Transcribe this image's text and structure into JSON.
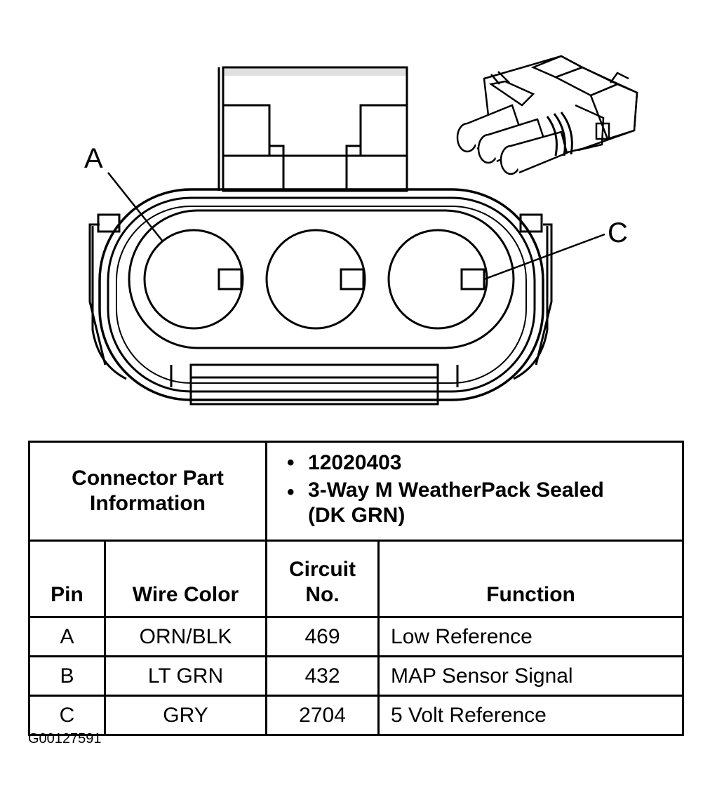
{
  "callouts": {
    "pin_a": "A",
    "pin_c": "C"
  },
  "connector_info": {
    "label_line1": "Connector Part",
    "label_line2": "Information",
    "part_number": "12020403",
    "description_line1": "3-Way M WeatherPack Sealed",
    "description_line2": "(DK GRN)"
  },
  "table": {
    "headers": {
      "pin": "Pin",
      "wire_color": "Wire Color",
      "circuit_line1": "Circuit",
      "circuit_line2": "No.",
      "function": "Function"
    },
    "rows": [
      {
        "pin": "A",
        "wire_color": "ORN/BLK",
        "circuit": "469",
        "function": "Low Reference"
      },
      {
        "pin": "B",
        "wire_color": "LT GRN",
        "circuit": "432",
        "function": "MAP Sensor Signal"
      },
      {
        "pin": "C",
        "wire_color": "GRY",
        "circuit": "2704",
        "function": "5 Volt Reference"
      }
    ]
  },
  "figure_id": "G00127591"
}
